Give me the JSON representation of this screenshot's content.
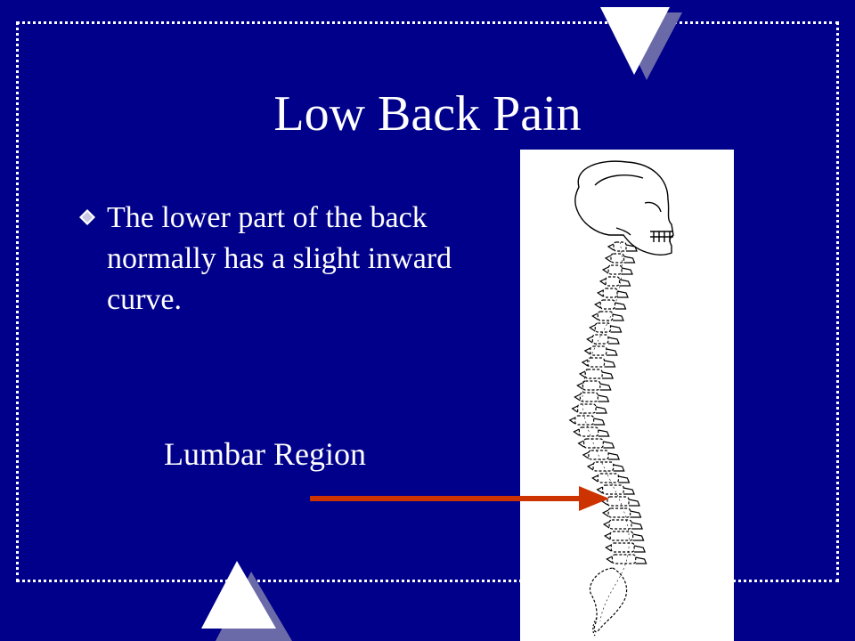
{
  "slide": {
    "title": "Low Back Pain",
    "bullets": [
      "The lower part of the back normally has a slight inward curve."
    ],
    "region_label": "Lumbar Region",
    "image": {
      "name": "spine-illustration"
    },
    "colors": {
      "background": "#00008a",
      "border": "#ffffff",
      "arrow": "#cc3300",
      "triangle": "#ffffff",
      "triangle_shadow": "#6a6aa8"
    }
  }
}
